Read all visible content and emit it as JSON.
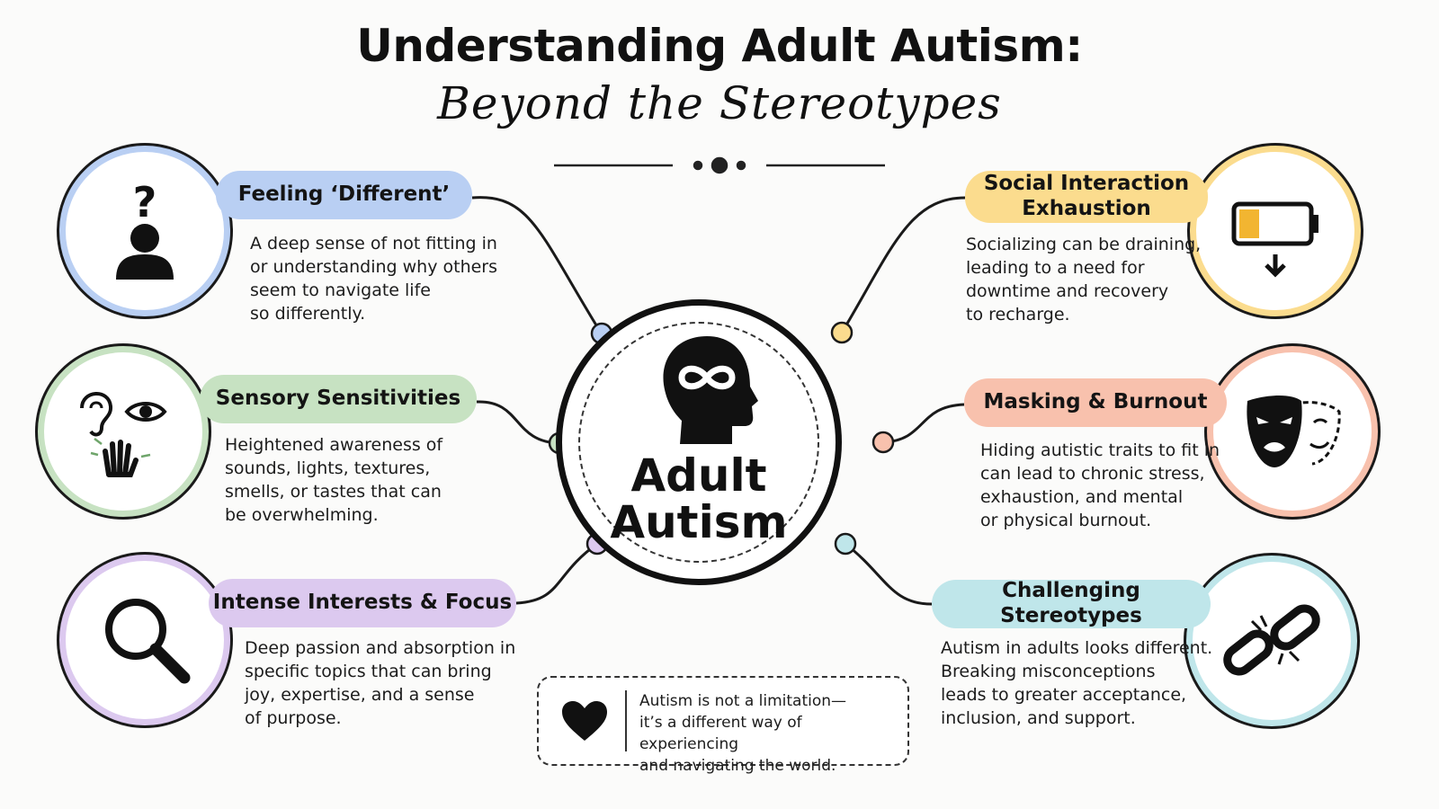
{
  "header": {
    "title": "Understanding Adult Autism:",
    "subtitle": "Beyond the Stereotypes"
  },
  "center": {
    "label": "Adult\nAutism",
    "icon": "head-infinity-icon"
  },
  "topics": [
    {
      "title": "Feeling ‘Different’",
      "description": "A deep sense of not fitting in\nor understanding why others\nseem to navigate life\nso differently.",
      "icon": "person-question-icon",
      "color": "#b9cff3",
      "side": "left"
    },
    {
      "title": "Sensory Sensitivities",
      "description": "Heightened awareness of\nsounds, lights, textures,\nsmells, or tastes that can\nbe overwhelming.",
      "icon": "ear-eye-hand-icon",
      "color": "#c7e2c2",
      "side": "left"
    },
    {
      "title": "Intense Interests & Focus",
      "description": "Deep passion and absorption in\nspecific topics that can bring\njoy, expertise, and a sense\nof purpose.",
      "icon": "magnifying-glass-icon",
      "color": "#dcc9ef",
      "side": "left"
    },
    {
      "title": "Social Interaction\nExhaustion",
      "description": "Socializing can be draining,\nleading to a need for\ndowntime and recovery\nto recharge.",
      "icon": "low-battery-icon",
      "color": "#fbdc8e",
      "side": "right"
    },
    {
      "title": "Masking & Burnout",
      "description": "Hiding autistic traits to fit in\ncan lead to chronic stress,\nexhaustion, and mental\nor physical burnout.",
      "icon": "theater-masks-icon",
      "color": "#f8c1ad",
      "side": "right"
    },
    {
      "title": "Challenging Stereotypes",
      "description": "Autism in adults looks different.\nBreaking misconceptions\nleads to greater acceptance,\ninclusion, and support.",
      "icon": "broken-chain-icon",
      "color": "#bfe6ea",
      "side": "right"
    }
  ],
  "note": {
    "text": "Autism is not a limitation—\nit’s a different way of experiencing\nand navigating the world.",
    "icon": "heart-icon"
  }
}
